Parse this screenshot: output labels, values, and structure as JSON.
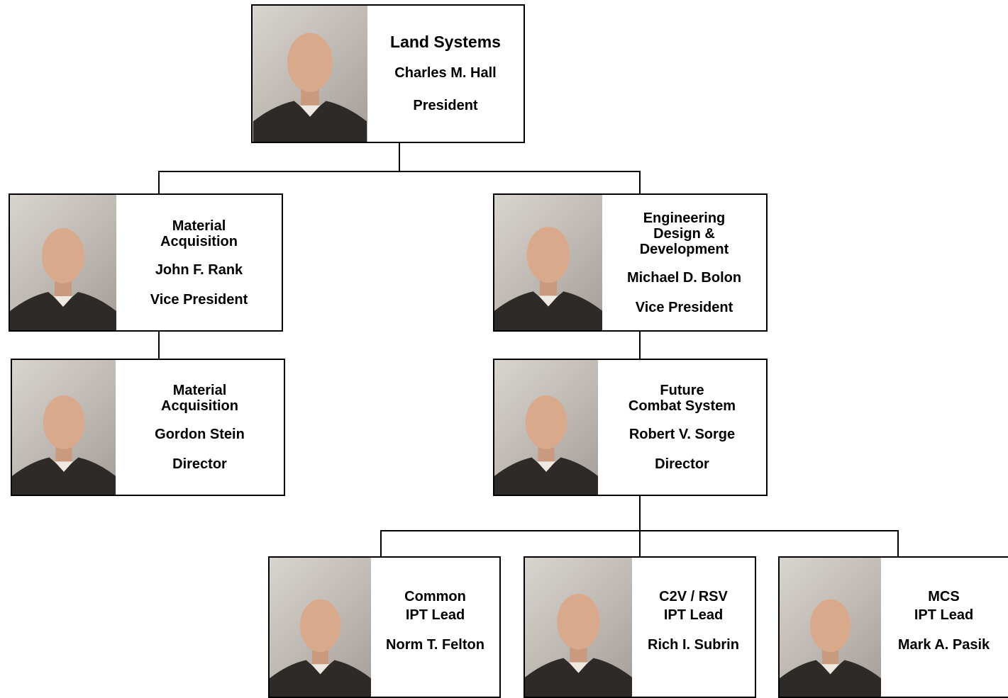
{
  "org_chart": {
    "president": {
      "unit": "Land Systems",
      "name": "Charles M. Hall",
      "title": "President"
    },
    "vp_material": {
      "unit": "Material\nAcquisition",
      "name": "John F. Rank",
      "title": "Vice President"
    },
    "vp_engineering": {
      "unit": "Engineering\nDesign &\nDevelopment",
      "name": "Michael D. Bolon",
      "title": "Vice President"
    },
    "dir_material": {
      "unit": "Material\nAcquisition",
      "name": "Gordon Stein",
      "title": "Director"
    },
    "dir_fcs": {
      "unit": "Future\nCombat System",
      "name": "Robert V. Sorge",
      "title": "Director"
    },
    "lead_common": {
      "unit": "Common\nIPT Lead",
      "name": "Norm T. Felton"
    },
    "lead_c2v": {
      "unit": "C2V / RSV\nIPT Lead",
      "name": "Rich I. Subrin"
    },
    "lead_mcs": {
      "unit": "MCS\nIPT Lead",
      "name": "Mark A. Pasik"
    }
  },
  "colors": {
    "line": "#000000",
    "box_border": "#000000",
    "photo_bg": "#c4beb8",
    "suit": "#2e2a28",
    "skin": "#d9a98c"
  }
}
